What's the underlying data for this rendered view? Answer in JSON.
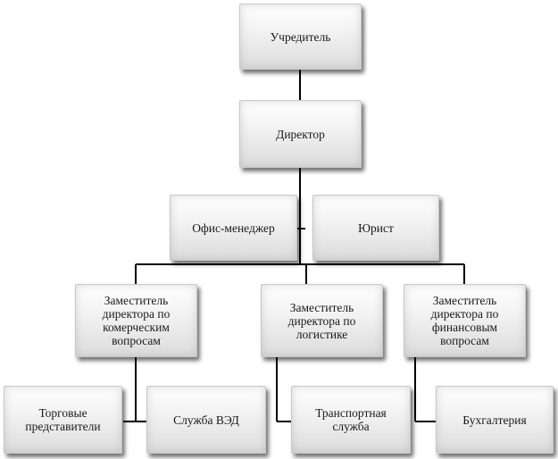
{
  "org_chart": {
    "founder": "Учредитель",
    "director": "Директор",
    "office_manager": "Офис-менеджер",
    "lawyer": "Юрист",
    "deputy_commercial": "Заместитель директора по комерческим вопросам",
    "deputy_logistics": "Заместитель директора по логистике",
    "deputy_finance": "Заместитель директора по финансовым вопросам",
    "sales_reps": "Торговые представители",
    "fea_service": "Служба ВЭД",
    "transport_service": "Транспортная служба",
    "accounting": "Бухгалтерия"
  },
  "colors": {
    "connector": "#000000",
    "box_border": "#c8c8c8",
    "text": "#1a1a1a"
  }
}
